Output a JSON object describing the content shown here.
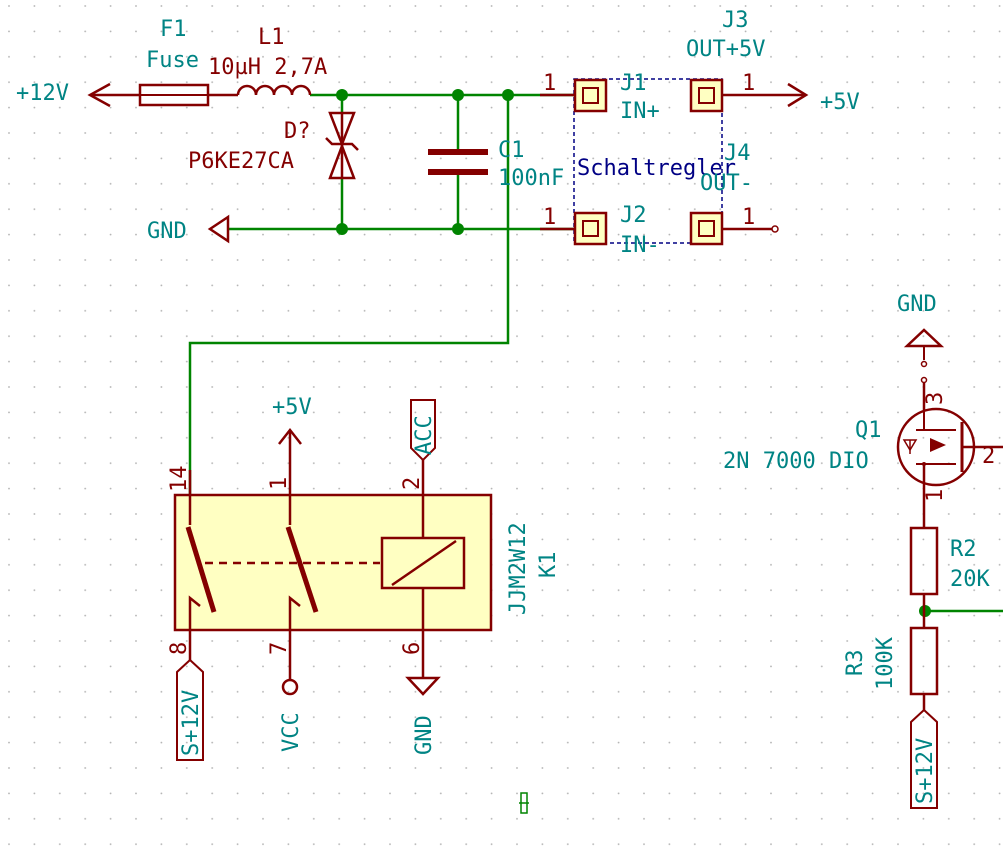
{
  "colors": {
    "background": "#ffffff",
    "grid_dot": "#b0b0b0",
    "wire": "#008400",
    "component": "#840000",
    "label_text": "#008484",
    "refdes_text": "#840000",
    "relay_fill": "#ffffc2",
    "junction": "#008400",
    "dashed_box": "#000084"
  },
  "power_labels": {
    "v12_in": "+12V",
    "v5_out": "+5V",
    "v5_relay": "+5V",
    "gnd_left": "GND",
    "gnd_right": "GND",
    "gnd_relay": "GND",
    "vcc": "VCC"
  },
  "global_labels": {
    "acc": "ACC",
    "s12v_relay": "S+12V",
    "s12v_right": "S+12V"
  },
  "components": {
    "f1": {
      "ref": "F1",
      "value": "Fuse"
    },
    "l1": {
      "ref": "L1",
      "value": "10µH 2,7A"
    },
    "d1": {
      "ref": "D?",
      "value": "P6KE27CA"
    },
    "c1": {
      "ref": "C1",
      "value": "100nF"
    },
    "j1": {
      "ref": "J1",
      "value": "IN+",
      "pin": "1"
    },
    "j2": {
      "ref": "J2",
      "value": "IN-",
      "pin": "1"
    },
    "j3": {
      "ref": "J3",
      "value": "OUT+5V",
      "pin": "1"
    },
    "j4": {
      "ref": "J4",
      "value": "OUT-",
      "pin": "1"
    },
    "regulator": {
      "label": "Schaltregler"
    },
    "k1": {
      "ref": "K1",
      "value": "JJM2W12",
      "pins": {
        "p14": "14",
        "p1": "1",
        "p2": "2",
        "p8": "8",
        "p7": "7",
        "p6": "6"
      }
    },
    "q1": {
      "ref": "Q1",
      "value": "2N 7000 DIO",
      "pins": {
        "p3": "3",
        "p2": "2",
        "p1": "1"
      }
    },
    "r2": {
      "ref": "R2",
      "value": "20K"
    },
    "r3": {
      "ref": "R3",
      "value": "100K"
    }
  }
}
